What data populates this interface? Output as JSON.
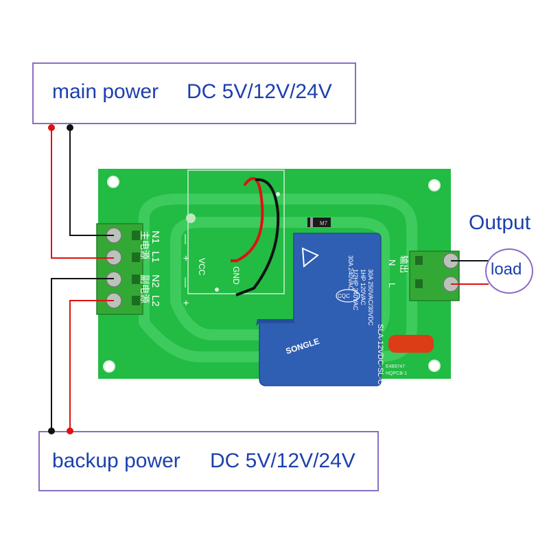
{
  "main_power": {
    "label": "main power",
    "voltage": "DC 5V/12V/24V"
  },
  "backup_power": {
    "label": "backup power",
    "voltage": "DC 5V/12V/24V"
  },
  "output": {
    "label": "Output",
    "load": "load"
  },
  "board": {
    "input_terminal_labels": {
      "n1": "N1",
      "l1": "L1",
      "n2": "N2",
      "l2": "L2",
      "main_src": "主电源",
      "aux_src": "副电源",
      "plus": "+",
      "minus": "—"
    },
    "vcc": "VCC",
    "gnd": "GND",
    "output_terminal": {
      "n": "N",
      "l": "L",
      "text": "输出"
    },
    "relay": {
      "brand": "SONGLE",
      "model": "SLA-12VDC-SL-C",
      "rating_1": "30A 250VAC/30VDC",
      "rating_2": "1/2HP 240VAC",
      "rating_3": "1HP 120VAC",
      "rating_4": "30A 240VAC",
      "cert": "CQC"
    },
    "codes": {
      "e": "E489747",
      "pcb": "HQPCB-1",
      "diode": "M7"
    }
  },
  "colors": {
    "board": "#22bb44",
    "trace": "#3ccb5c",
    "relay": "#2f5fb3",
    "terminal": "#34a835",
    "wire_pos": "#e01010",
    "wire_neg": "#111111",
    "box_border": "#8a6cc4",
    "label_text": "#1c3fae"
  }
}
